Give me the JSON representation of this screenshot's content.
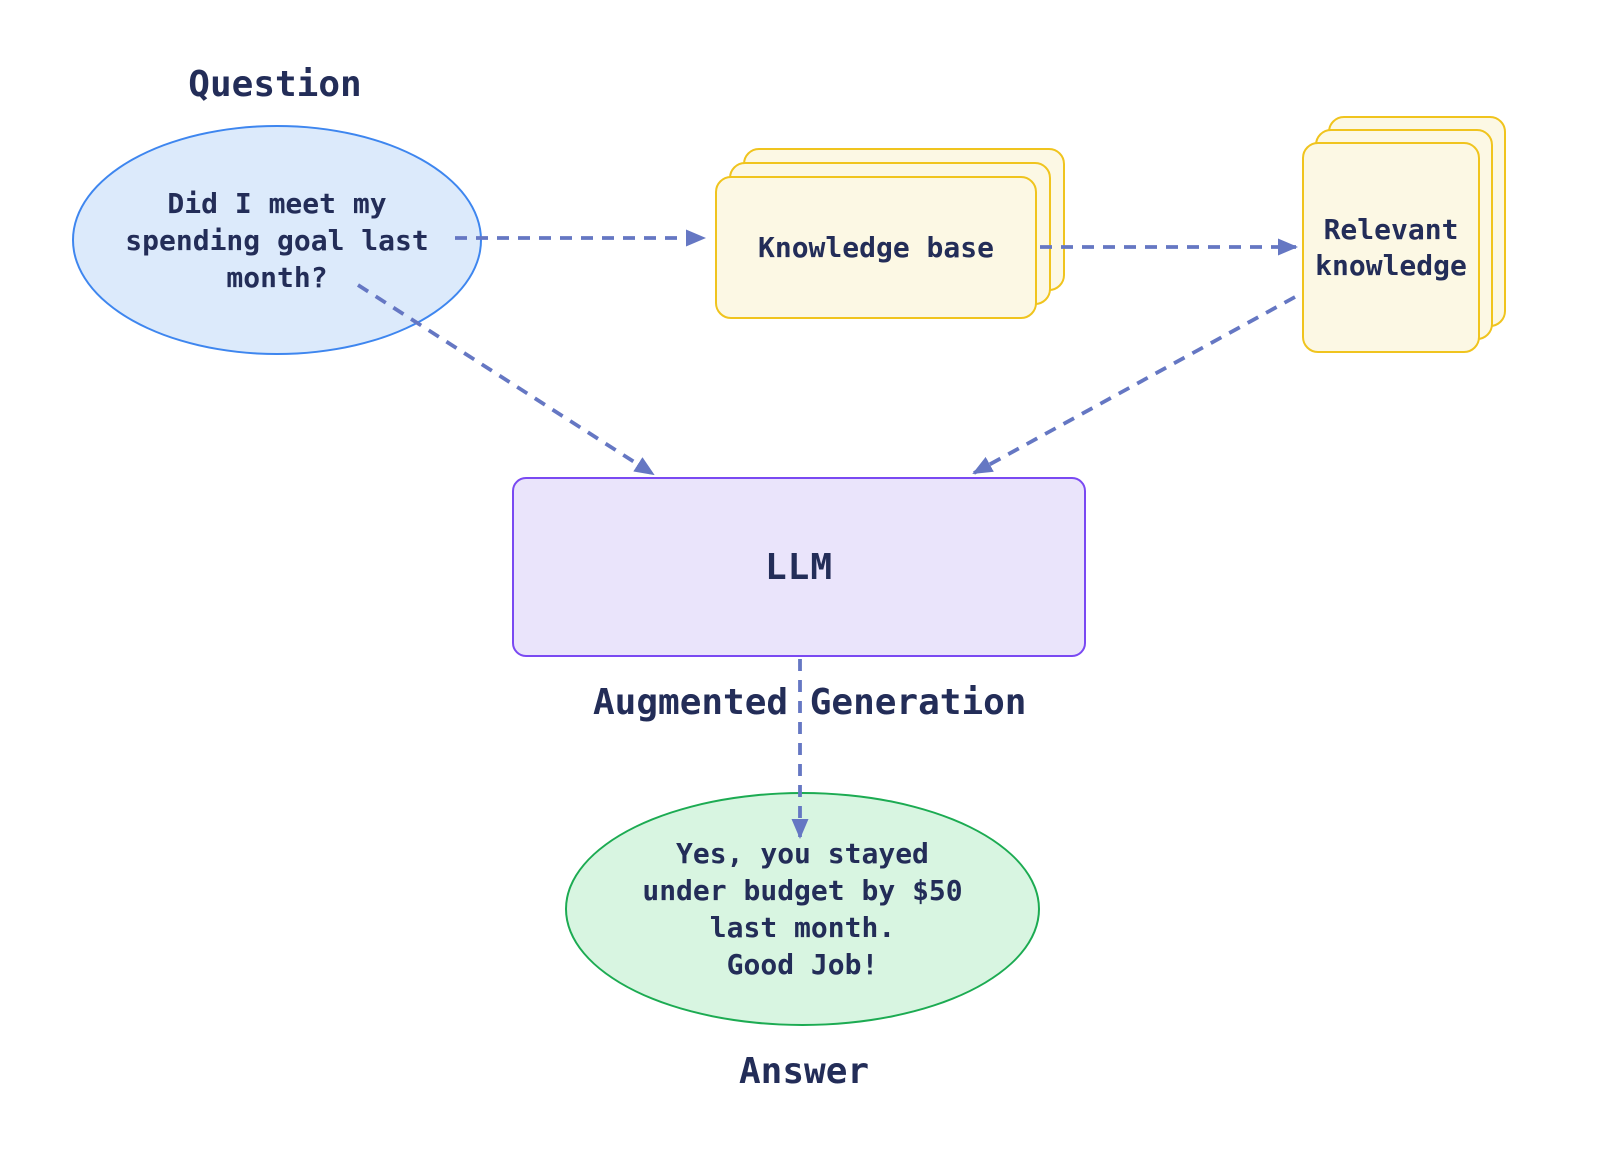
{
  "diagram_type": "flowchart",
  "nodes": {
    "question": {
      "label": "Question",
      "text": "Did I meet my\nspending goal last\nmonth?",
      "shape": "ellipse",
      "fill": "#DCEAFB",
      "stroke": "#3E86EF"
    },
    "knowledge_base": {
      "text": "Knowledge base",
      "shape": "stacked-cards",
      "fill": "#FCF8E4",
      "stroke": "#F0C41E"
    },
    "relevant_knowledge": {
      "text": "Relevant\nknowledge",
      "shape": "stacked-cards",
      "fill": "#FCF8E4",
      "stroke": "#F0C41E"
    },
    "llm": {
      "text": "LLM",
      "caption": "Augmented Generation",
      "shape": "rounded-rectangle",
      "fill": "#EAE4FB",
      "stroke": "#7A49F2"
    },
    "answer": {
      "label": "Answer",
      "text": "Yes, you stayed\nunder budget by $50\nlast month.\nGood Job!",
      "shape": "ellipse",
      "fill": "#D8F5E1",
      "stroke": "#1CAB52"
    }
  },
  "edges": [
    {
      "from": "question",
      "to": "knowledge_base",
      "style": "dashed-arrow"
    },
    {
      "from": "knowledge_base",
      "to": "relevant_knowledge",
      "style": "dashed-arrow"
    },
    {
      "from": "question",
      "to": "llm",
      "style": "dashed-arrow"
    },
    {
      "from": "relevant_knowledge",
      "to": "llm",
      "style": "dashed-arrow"
    },
    {
      "from": "llm",
      "to": "answer",
      "style": "dashed-arrow"
    }
  ],
  "colors": {
    "background": "#FFFFFF",
    "text": "#232D58",
    "arrow": "#6577C3"
  }
}
